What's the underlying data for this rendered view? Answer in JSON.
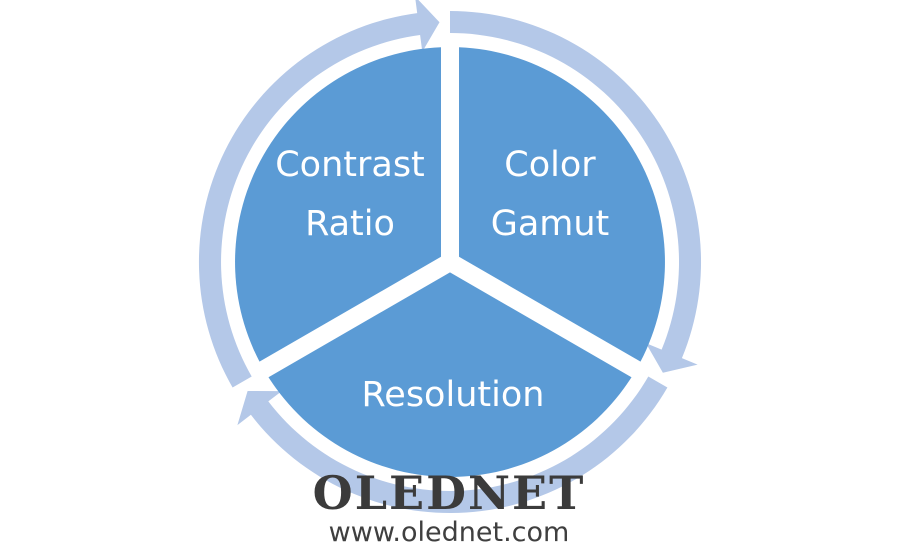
{
  "diagram": {
    "segments": [
      {
        "line1": "Color",
        "line2": "Gamut"
      },
      {
        "line1": "Resolution",
        "line2": ""
      },
      {
        "line1": "Contrast",
        "line2": "Ratio"
      }
    ],
    "colors": {
      "segment": "#5b9bd5",
      "arrow": "#b4c8e8",
      "background": "#ffffff"
    }
  },
  "watermark": {
    "title": "OLEDNET",
    "url": "www.olednet.com"
  }
}
